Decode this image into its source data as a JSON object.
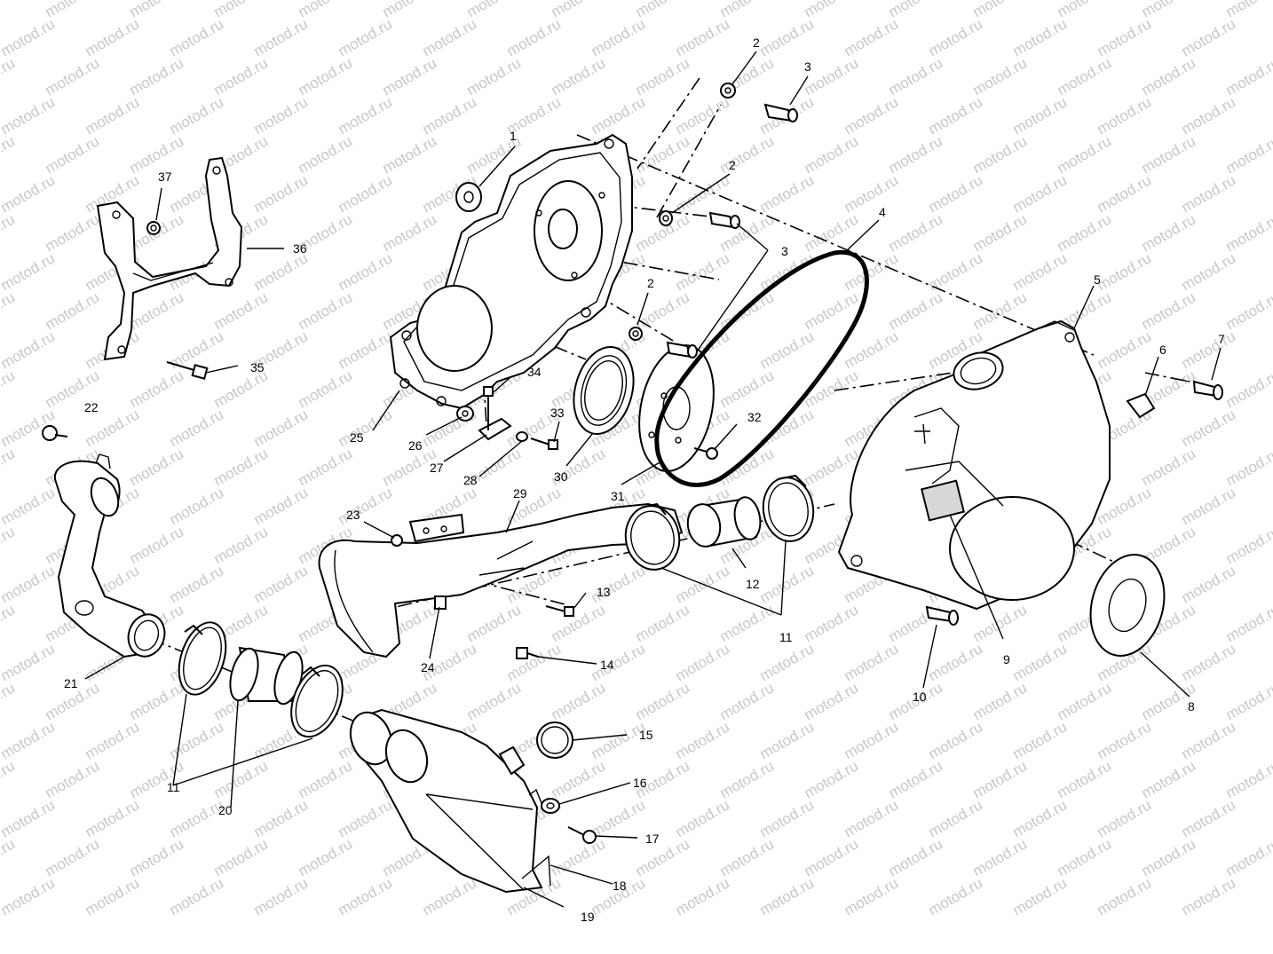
{
  "watermark": "motod.ru",
  "callouts": [
    "1",
    "2",
    "3",
    "4",
    "5",
    "6",
    "7",
    "8",
    "9",
    "10",
    "11",
    "12",
    "13",
    "14",
    "15",
    "16",
    "17",
    "18",
    "19",
    "20",
    "21",
    "22",
    "23",
    "24",
    "25",
    "26",
    "27",
    "28",
    "29",
    "30",
    "31",
    "32",
    "33",
    "34",
    "35",
    "36",
    "37"
  ],
  "colors": {
    "line": "#000000",
    "background": "#ffffff",
    "watermark": "#c8c8c8"
  }
}
